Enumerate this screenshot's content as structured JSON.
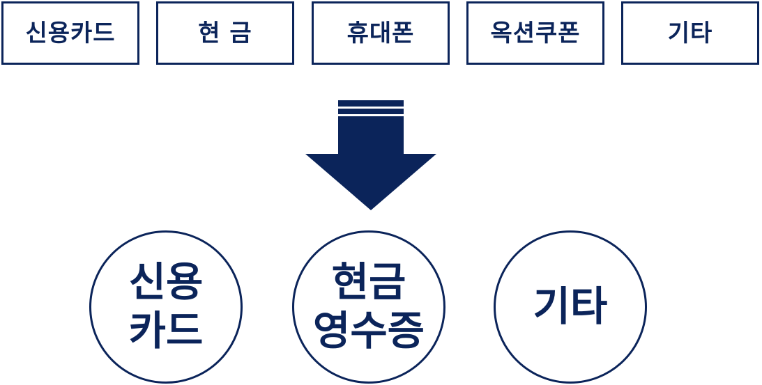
{
  "colors": {
    "primary": "#0b245a",
    "background": "#ffffff"
  },
  "payment_methods": [
    {
      "label": "신용카드"
    },
    {
      "label": "현 금"
    },
    {
      "label": "휴대폰"
    },
    {
      "label": "옥션쿠폰"
    },
    {
      "label": "기타"
    }
  ],
  "receipt_types": [
    {
      "lines": [
        "신용",
        "카드"
      ]
    },
    {
      "lines": [
        "현금",
        "영수증"
      ]
    },
    {
      "lines": [
        "기타"
      ]
    }
  ]
}
